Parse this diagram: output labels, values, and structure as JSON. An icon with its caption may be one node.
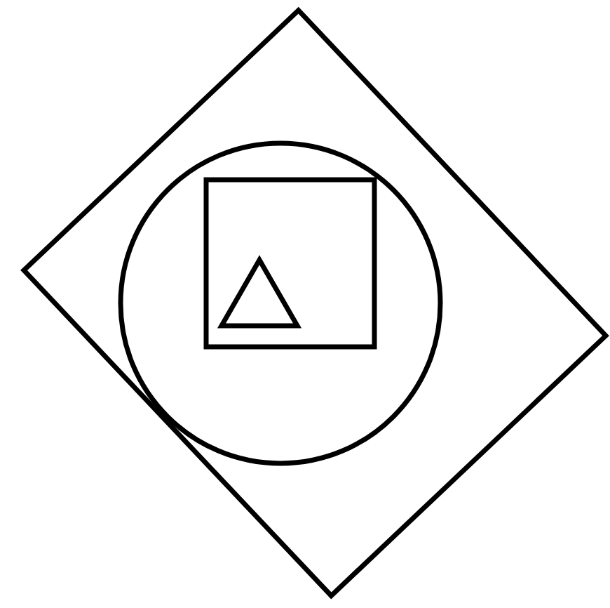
{
  "diagram": {
    "nodes": [
      {
        "text": [],
        "shape": "diamond"
      },
      {
        "text": [],
        "shape": "circle",
        "in": 0
      },
      {
        "text": [],
        "shape": "box",
        "in": 1
      },
      {
        "text": [],
        "shape": "triangle",
        "in": 2
      }
    ]
  }
}
